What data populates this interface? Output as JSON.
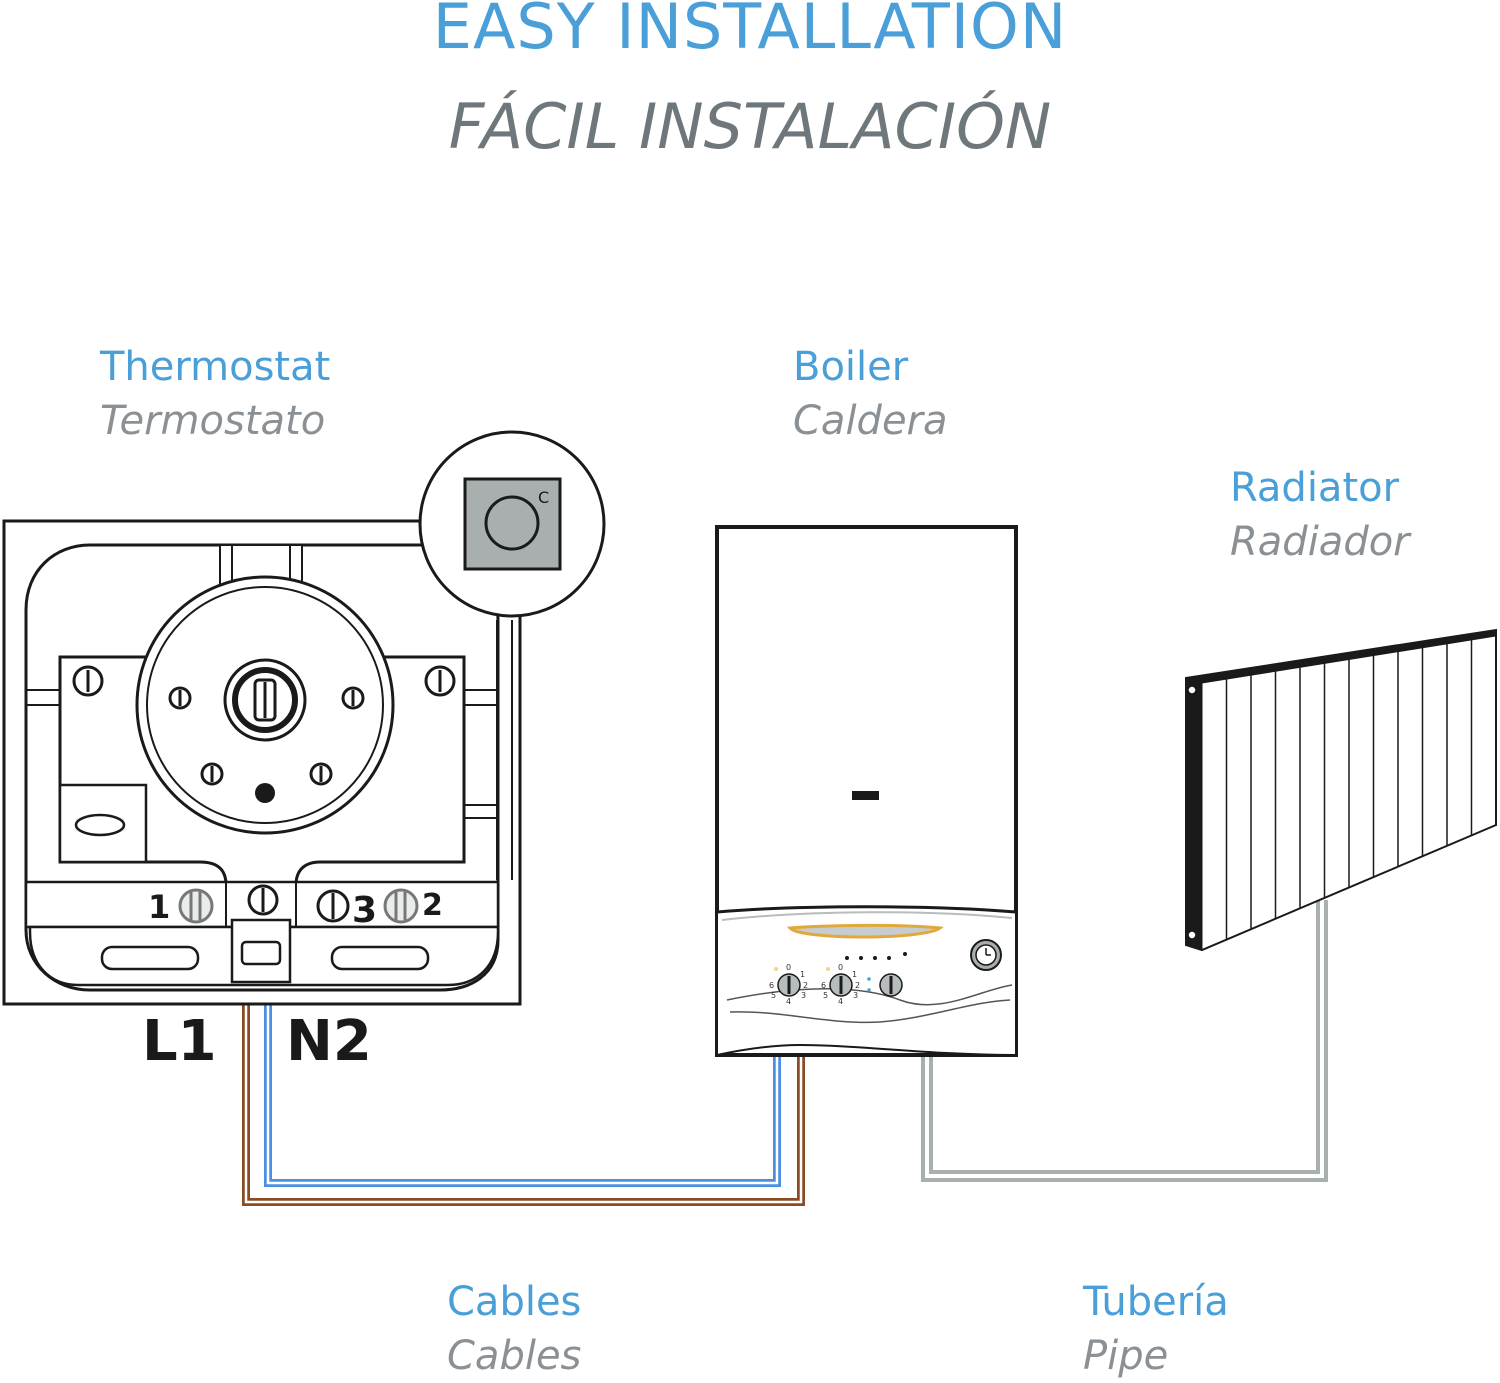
{
  "header": {
    "title_en": "EASY INSTALLATION",
    "title_es": "FÁCIL INSTALACIÓN"
  },
  "labels": {
    "thermostat": {
      "en": "Thermostat",
      "es": "Termostato"
    },
    "boiler": {
      "en": "Boiler",
      "es": "Caldera"
    },
    "radiator": {
      "en": "Radiator",
      "es": "Radiador"
    },
    "cables": {
      "en": "Cables",
      "es": "Cables"
    },
    "pipe": {
      "en": "Tubería",
      "es": "Pipe"
    }
  },
  "terminals": {
    "t1": "1",
    "t3": "3",
    "t2": "2",
    "l1": "L1",
    "n2": "N2"
  },
  "thermostat_badge": "C",
  "boiler_dials": {
    "dial_a": [
      "0",
      "1",
      "2",
      "3",
      "4",
      "5",
      "6"
    ],
    "dial_b": [
      "0",
      "1",
      "2",
      "3",
      "4",
      "5",
      "6"
    ]
  },
  "colors": {
    "accent_blue": "#4a9fd8",
    "gray_text": "#6e777c",
    "live_wire": "#8b4a22",
    "neutral_wire": "#4a90e2",
    "pipe": "#a7b0ad"
  }
}
